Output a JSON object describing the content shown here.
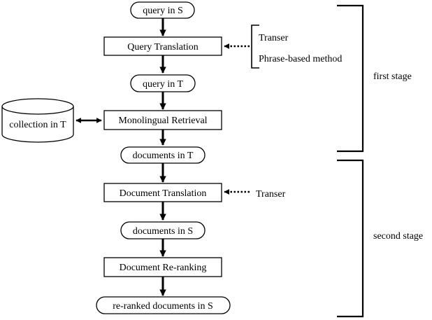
{
  "nodes": {
    "query_in_s": "query in S",
    "query_translation": "Query Translation",
    "query_in_t": "query in T",
    "monolingual_retrieval": "Monolingual Retrieval",
    "collection_in_t": "collection in T",
    "documents_in_t": "documents in T",
    "document_translation": "Document Translation",
    "documents_in_s": "documents in S",
    "document_reranking": "Document Re-ranking",
    "reranked_documents_in_s": "re-ranked documents in S"
  },
  "query_translation_methods": [
    "Transer",
    "Phrase-based method"
  ],
  "document_translation_method": "Transer",
  "stages": {
    "first": "first stage",
    "second": "second stage"
  }
}
